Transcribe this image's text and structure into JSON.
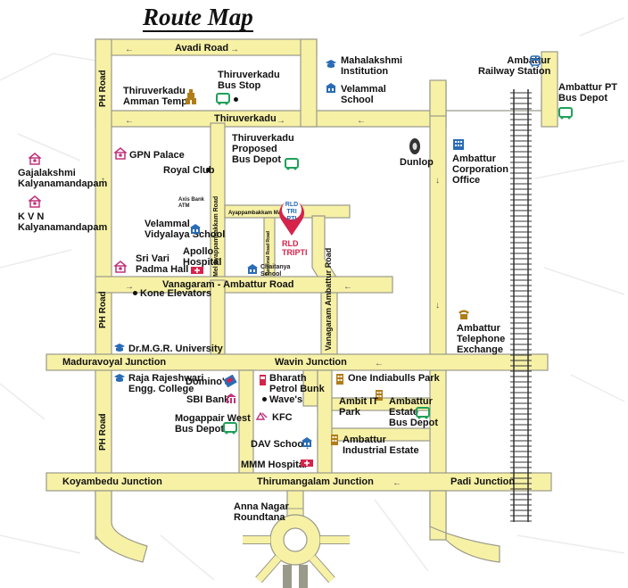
{
  "title": "Route Map",
  "roads": {
    "avadi": "Avadi Road",
    "thiruverkadu": "Thiruverkadu",
    "ph_top": "PH Road",
    "ph_mid": "PH Road",
    "ph_bottom": "PH Road",
    "mel_ayappambakkam": "Mel Ayappambakkam Road",
    "ayappambakkam_main": "Ayappambakkam Main Road",
    "personal_road": "Personal Road Road",
    "vanagaram_ambattur": "Vanagaram - Ambattur Road",
    "vanagaram_ambattur_vertical": "Vanagaram Ambattur Road",
    "maduravoyal_junction": "Maduravoyal Junction",
    "wavin_junction": "Wavin Junction",
    "koyambedu_junction": "Koyambedu Junction",
    "thirumangalam_junction": "Thirumangalam Junction",
    "padi_junction": "Padi Junction"
  },
  "places": {
    "thiruverkadu_temple": "Thiruverkadu\nAmman Temple",
    "thiruverkadu_bus_stop": "Thiruverkadu\nBus Stop",
    "mahalakshmi": "Mahalakshmi\nInstitution",
    "velammal_school": "Velammal\nSchool",
    "ambattur_railway": "Ambattur\nRailway Station",
    "ambattur_pt": "Ambattur PT\nBus Depot",
    "gpn_palace": "GPN Palace",
    "royal_club": "Royal Club",
    "thiruverkadu_proposed": "Thiruverkadu\nProposed\nBus Depot",
    "dunlop": "Dunlop",
    "ambattur_corporation": "Ambattur\nCorporation\nOffice",
    "gajalakshmi": "Gajalakshmi\nKalyanamandapam",
    "kvn": "K V N\nKalyanamandapam",
    "axis_bank": "Axis Bank\nATM",
    "velammal_vidyalaya": "Velammal\nVidyalaya School",
    "sri_vari": "Sri Vari\nPadma Hall",
    "apollo": "Apollo\nHospital",
    "chaitanya": "Chaitanya\nSchool",
    "kone": "Kone Elevators",
    "mgr_university": "Dr.M.G.R. University",
    "ambattur_telephone": "Ambattur\nTelephone\nExchange",
    "raja_rajeshwari": "Raja Rajeshwari\nEngg. College",
    "dominos": "Domino's",
    "sbi": "SBI Bank",
    "mogappair": "Mogappair West\nBus Depot",
    "bharath": "Bharath\nPetrol Bunk",
    "waves": "Wave's",
    "kfc": "KFC",
    "one_indiabulls": "One Indiabulls Park",
    "ambit": "Ambit IT\nPark",
    "ambattur_estate": "Ambattur\nEstate\nBus Depot",
    "dav": "DAV School",
    "ambattur_industrial": "Ambattur\nIndustrial Estate",
    "mmm": "MMM Hospital",
    "anna_nagar": "Anna Nagar\nRoundtana"
  },
  "project": {
    "name": "RLD\nTRIPTI",
    "logo_text": "RLD\nTRI PTI"
  },
  "colors": {
    "road_fill": "#f7f1a6",
    "road_edge": "#9a9a8a",
    "pin": "#d6234a",
    "bus": "#1fa05a",
    "school": "#2a6cb5",
    "temple": "#c0327a",
    "hospital": "#d6234a"
  }
}
